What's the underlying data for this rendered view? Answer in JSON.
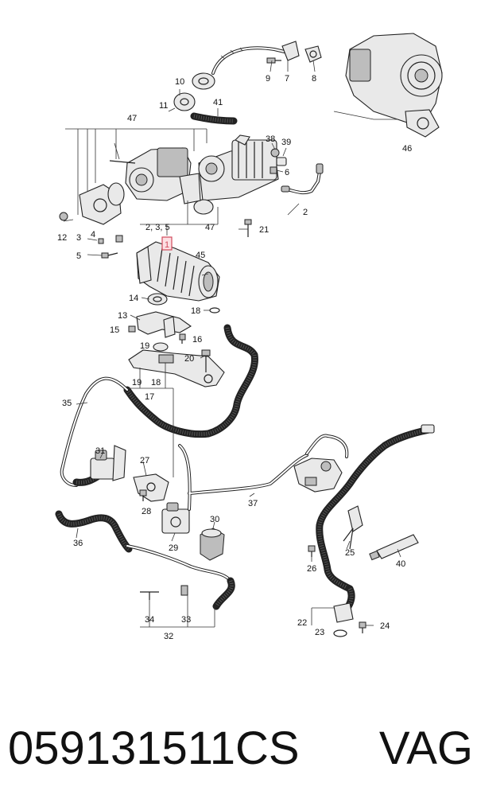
{
  "diagram": {
    "callouts": [
      {
        "id": "c1",
        "text": "1",
        "highlight": true
      },
      {
        "id": "c2",
        "text": "2"
      },
      {
        "id": "c2_3_5",
        "text": "2, 3, 5"
      },
      {
        "id": "c3",
        "text": "3"
      },
      {
        "id": "c4",
        "text": "4"
      },
      {
        "id": "c5",
        "text": "5"
      },
      {
        "id": "c6",
        "text": "6"
      },
      {
        "id": "c7",
        "text": "7"
      },
      {
        "id": "c8",
        "text": "8"
      },
      {
        "id": "c9",
        "text": "9"
      },
      {
        "id": "c10",
        "text": "10"
      },
      {
        "id": "c11",
        "text": "11"
      },
      {
        "id": "c12",
        "text": "12"
      },
      {
        "id": "c13",
        "text": "13"
      },
      {
        "id": "c14",
        "text": "14"
      },
      {
        "id": "c15",
        "text": "15"
      },
      {
        "id": "c16",
        "text": "16"
      },
      {
        "id": "c17",
        "text": "17"
      },
      {
        "id": "c18",
        "text": "18"
      },
      {
        "id": "c18b",
        "text": "18"
      },
      {
        "id": "c19",
        "text": "19"
      },
      {
        "id": "c19b",
        "text": "19"
      },
      {
        "id": "c20",
        "text": "20"
      },
      {
        "id": "c21",
        "text": "21"
      },
      {
        "id": "c22",
        "text": "22"
      },
      {
        "id": "c23",
        "text": "23"
      },
      {
        "id": "c24",
        "text": "24"
      },
      {
        "id": "c25",
        "text": "25"
      },
      {
        "id": "c26",
        "text": "26"
      },
      {
        "id": "c27",
        "text": "27"
      },
      {
        "id": "c28",
        "text": "28"
      },
      {
        "id": "c29",
        "text": "29"
      },
      {
        "id": "c30",
        "text": "30"
      },
      {
        "id": "c31",
        "text": "31"
      },
      {
        "id": "c32",
        "text": "32"
      },
      {
        "id": "c33",
        "text": "33"
      },
      {
        "id": "c34",
        "text": "34"
      },
      {
        "id": "c35",
        "text": "35"
      },
      {
        "id": "c36",
        "text": "36"
      },
      {
        "id": "c37",
        "text": "37"
      },
      {
        "id": "c38",
        "text": "38"
      },
      {
        "id": "c39",
        "text": "39"
      },
      {
        "id": "c40",
        "text": "40"
      },
      {
        "id": "c41",
        "text": "41"
      },
      {
        "id": "c45",
        "text": "45"
      },
      {
        "id": "c46",
        "text": "46"
      },
      {
        "id": "c47",
        "text": "47"
      },
      {
        "id": "c47b",
        "text": "47"
      }
    ],
    "highlight_color": "#d14a5c"
  },
  "footer": {
    "part_number": "059131511CS",
    "brand": "VAG"
  }
}
